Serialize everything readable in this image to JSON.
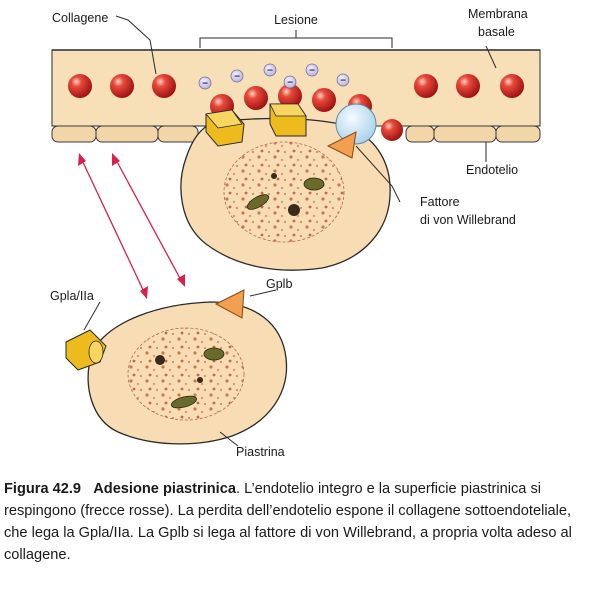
{
  "diagram": {
    "labels": {
      "collagene": "Collagene",
      "lesione": "Lesione",
      "membrana_basale_1": "Membrana",
      "membrana_basale_2": "basale",
      "endotelio": "Endotelio",
      "fattore_vw_1": "Fattore",
      "fattore_vw_2": "di von Willebrand",
      "gpla_iia": "Gpla/IIa",
      "gplb": "Gplb",
      "piastrina": "Piastrina"
    },
    "charge_symbol": "−",
    "colors": {
      "tissue": "#f7e0b8",
      "platelet": "#f7dcb4",
      "sphere_red": "#d8221f",
      "receptor_yellow": "#eebb1e",
      "gplb_orange": "#f0a050",
      "vwf_blue": "#cfe6f5",
      "repulsion_arrows": "#d8204a"
    }
  },
  "caption": {
    "figure_number": "Figura 42.9",
    "figure_title": "Adesione piastrinica",
    "text": ". L’endotelio integro e la superficie piastrinica si respingono (frecce rosse). La perdita dell’endotelio espone il collagene sottoendoteliale, che lega la Gpla/IIa. La Gplb si lega al fattore di von Willebrand, a propria volta adeso al collagene."
  }
}
